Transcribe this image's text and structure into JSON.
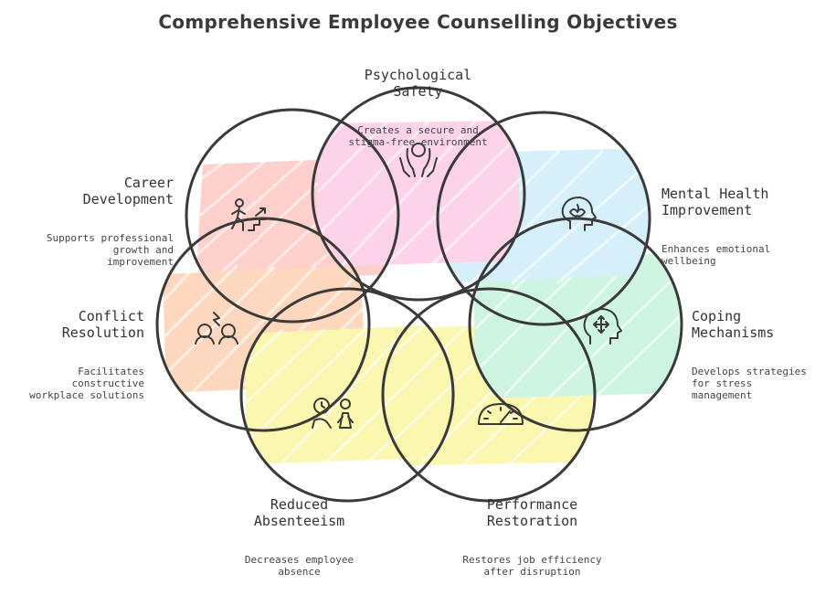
{
  "title": "Comprehensive Employee Counselling Objectives",
  "colors": {
    "outline": "#3a3a3a",
    "pink": "#fdd3ea",
    "blue": "#d5f0fb",
    "green": "#cdf5e1",
    "yellow": "#fbf6b0",
    "peach": "#fdd8be",
    "salmon": "#fdd0cc"
  },
  "nodes": [
    {
      "id": "psychological-safety",
      "title": "Psychological\nSafety",
      "desc": "Creates a secure and\nstigma-free environment",
      "icon": "hands-head-icon"
    },
    {
      "id": "mental-health",
      "title": "Mental Health\nImprovement",
      "desc": "Enhances emotional\nwellbeing",
      "icon": "lotus-head-icon"
    },
    {
      "id": "coping",
      "title": "Coping\nMechanisms",
      "desc": "Develops strategies\nfor stress\nmanagement",
      "icon": "arrows-head-icon"
    },
    {
      "id": "performance",
      "title": "Performance\nRestoration",
      "desc": "Restores job efficiency\nafter disruption",
      "icon": "gauge-icon"
    },
    {
      "id": "absenteeism",
      "title": "Reduced\nAbsenteeism",
      "desc": "Decreases employee\nabsence",
      "icon": "clock-person-icon"
    },
    {
      "id": "conflict",
      "title": "Conflict\nResolution",
      "desc": "Facilitates\nconstructive\nworkplace solutions",
      "icon": "conflict-people-icon"
    },
    {
      "id": "career",
      "title": "Career\nDevelopment",
      "desc": "Supports professional\ngrowth and\nimprovement",
      "icon": "stairs-person-icon"
    }
  ]
}
